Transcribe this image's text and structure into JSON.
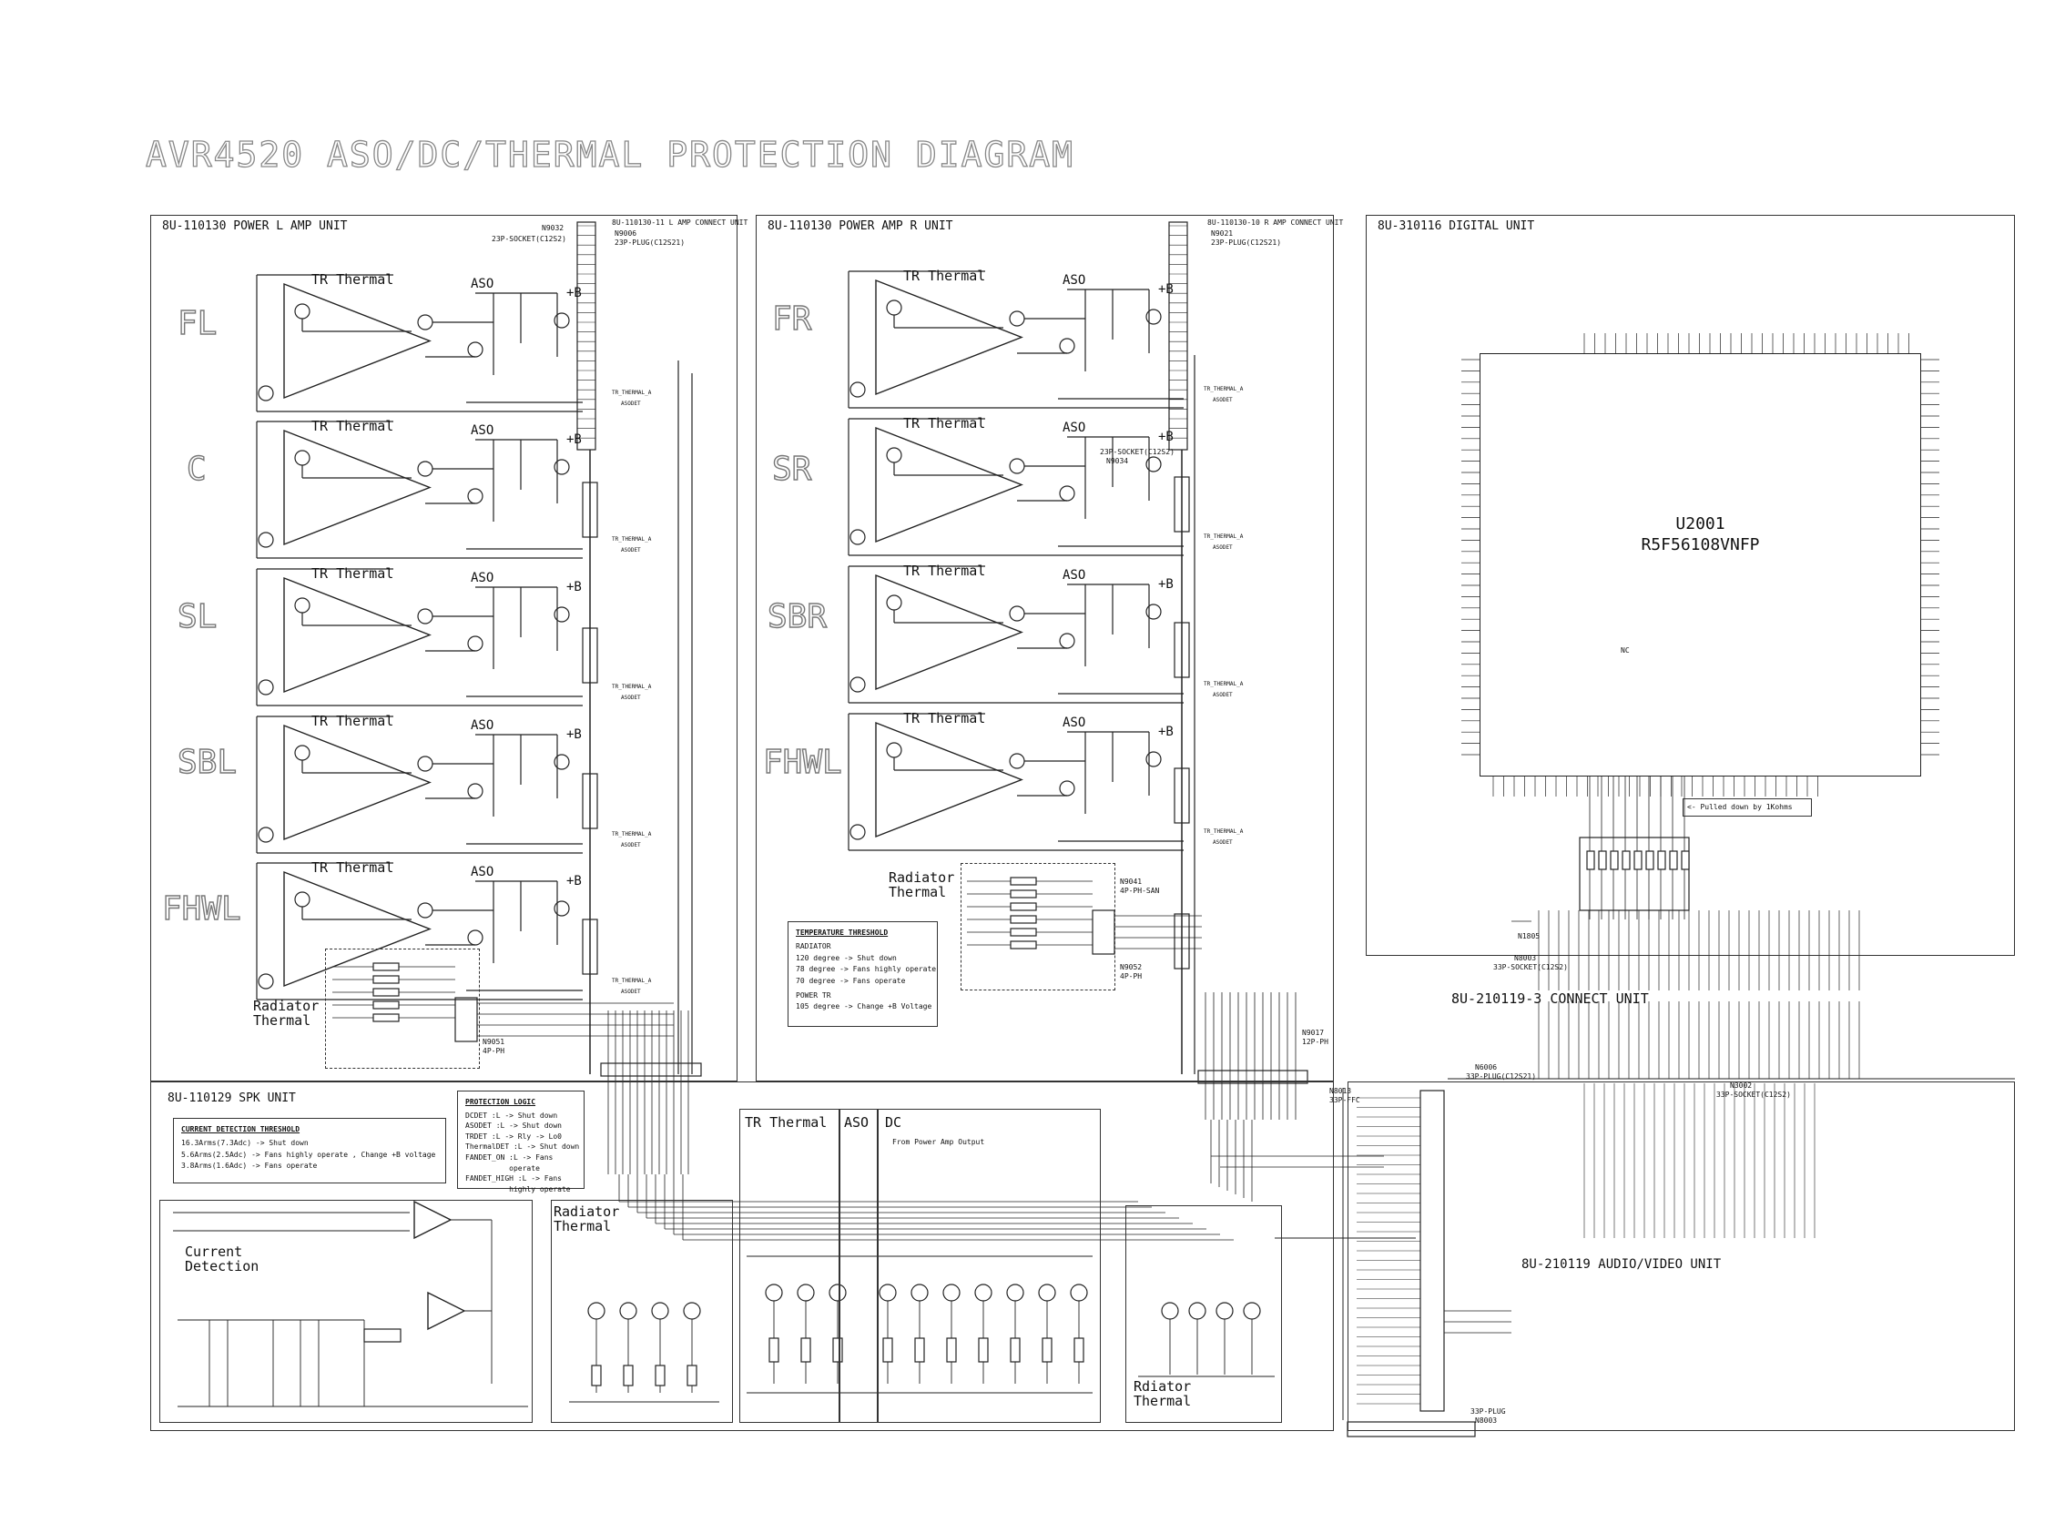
{
  "title": "AVR4520 ASO/DC/THERMAL PROTECTION DIAGRAM",
  "units": {
    "power_l": {
      "title": "8U-110130 POWER L AMP UNIT",
      "channels": [
        "FL",
        "C",
        "SL",
        "SBL",
        "FHWL"
      ],
      "connector_top": "8U-110130-11 L AMP CONNECT UNIT",
      "connector_top_ref": "N9032",
      "connector_top_type": "23P-SOCKET(C12S2)",
      "connector_mid": "N9006",
      "connector_mid_type": "23P-PLUG(C12S21)"
    },
    "power_r": {
      "title": "8U-110130 POWER AMP R UNIT",
      "channels": [
        "FR",
        "SR",
        "SBR",
        "FHWL"
      ],
      "connector_top": "8U-110130-10 R AMP CONNECT UNIT",
      "connector_top_ref": "N9021",
      "connector_top_type": "23P-PLUG(C12S21)",
      "connector_low_type": "23P-SOCKET(C12S2)",
      "connector_low_ref": "N9034"
    },
    "digital": {
      "title": "8U-310116 DIGITAL UNIT",
      "ic_ref": "U2001",
      "ic_part": "R5F56108VNFP",
      "pulled_note": "<- Pulled down by 1Kohms"
    },
    "connect": {
      "title": "8U-210119-3 CONNECT UNIT"
    },
    "spk": {
      "title": "8U-110129 SPK UNIT"
    },
    "av": {
      "title": "8U-210119 AUDIO/VIDEO UNIT"
    }
  },
  "block_labels": {
    "tr_thermal": "TR Thermal",
    "aso": "ASO",
    "plus_b": "+B",
    "tr_thermal_net": "TR_THERMAL_A",
    "aso_net": "ASODET"
  },
  "radiator": {
    "label": "Radiator",
    "label2": "Thermal",
    "label_alt": "Rdiator"
  },
  "temperature_threshold": {
    "header": "TEMPERATURE THRESHOLD",
    "radiator_label": "RADIATOR",
    "lines": [
      "120 degree -> Shut down",
      "78 degree -> Fans highly operate",
      "70 degree -> Fans operate"
    ],
    "power_tr_label": "POWER TR",
    "power_tr_line": "105 degree -> Change +B Voltage"
  },
  "current_threshold": {
    "header": "CURRENT DETECTION THRESHOLD",
    "lines": [
      "16.3Arms(7.3Adc) -> Shut down",
      "5.6Arms(2.5Adc) -> Fans highly operate , Change +B voltage",
      "3.8Arms(1.6Adc) -> Fans operate"
    ]
  },
  "protection_logic": {
    "header": "PROTECTION LOGIC",
    "lines": [
      "DCDET :L -> Shut down",
      "ASODET :L -> Shut down",
      "TRDET :L -> Rly -> Lo0",
      "ThermalDET :L -> Shut down",
      "FANDET_ON :L -> Fans",
      "          operate",
      "FANDET_HIGH :L -> Fans",
      "          highly operate"
    ]
  },
  "current_detection": {
    "label": "Current",
    "label2": "Detection"
  },
  "spk_sections": {
    "tr_thermal": "TR Thermal",
    "aso": "ASO",
    "dc": "DC",
    "from_note": "From Power Amp Output"
  },
  "connectors": {
    "n9041": "N9041",
    "n9041_type": "4P-PH-SAN",
    "n9052": "N9052",
    "n9052_type": "4P-PH",
    "n9051": "N9051",
    "n9051_type": "4P-PH",
    "n9017": "N9017",
    "n9017_type": "12P-PH",
    "n8003": "N8003",
    "n8003_type": "33P-SOCKET(C12S2)",
    "n6006": "N6006",
    "n6006_type": "33P-PLUG(C12S21)",
    "n8013": "N8013",
    "n8013_type": "33P-FFC",
    "n3002": "N3002",
    "n3002_type": "33P-SOCKET(C12S2)",
    "n8003b": "N8003",
    "n8003b_type": "33P-PLUG",
    "n1805": "N1805"
  }
}
